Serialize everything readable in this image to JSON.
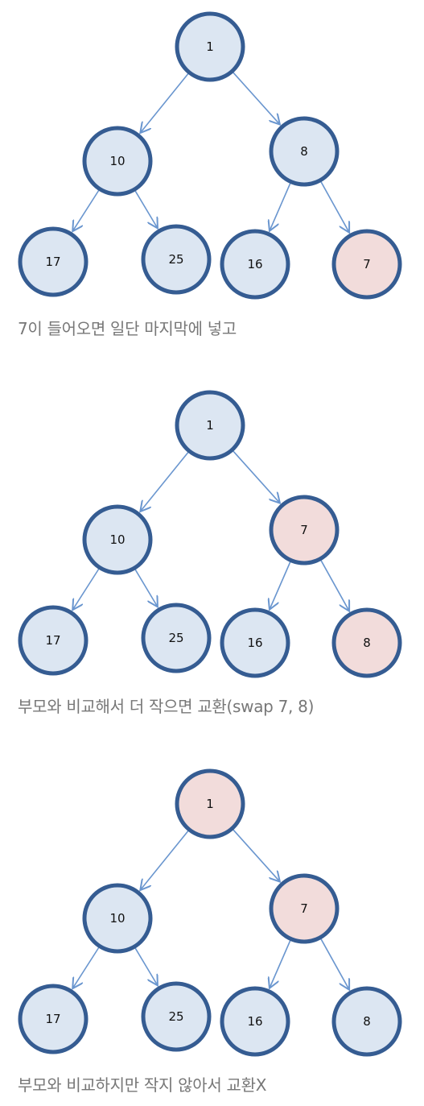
{
  "colors": {
    "node_default": "#dce6f2",
    "node_highlight": "#f2dcdb",
    "node_stroke": "#355c92",
    "edge": "#6a96cf",
    "caption_text": "#777777"
  },
  "steps": [
    {
      "caption": "7이 들어오면 일단 마지막에 넣고",
      "nodes": [
        {
          "label": "1",
          "highlight": false
        },
        {
          "label": "10",
          "highlight": false
        },
        {
          "label": "8",
          "highlight": false
        },
        {
          "label": "17",
          "highlight": false
        },
        {
          "label": "25",
          "highlight": false
        },
        {
          "label": "16",
          "highlight": false
        },
        {
          "label": "7",
          "highlight": true
        }
      ]
    },
    {
      "caption": "부모와 비교해서 더 작으면 교환(swap 7, 8)",
      "nodes": [
        {
          "label": "1",
          "highlight": false
        },
        {
          "label": "10",
          "highlight": false
        },
        {
          "label": "7",
          "highlight": true
        },
        {
          "label": "17",
          "highlight": false
        },
        {
          "label": "25",
          "highlight": false
        },
        {
          "label": "16",
          "highlight": false
        },
        {
          "label": "8",
          "highlight": true
        }
      ]
    },
    {
      "caption": "부모와 비교하지만 작지 않아서 교환X",
      "nodes": [
        {
          "label": "1",
          "highlight": true
        },
        {
          "label": "10",
          "highlight": false
        },
        {
          "label": "7",
          "highlight": true
        },
        {
          "label": "17",
          "highlight": false
        },
        {
          "label": "25",
          "highlight": false
        },
        {
          "label": "16",
          "highlight": false
        },
        {
          "label": "8",
          "highlight": false
        }
      ]
    }
  ]
}
